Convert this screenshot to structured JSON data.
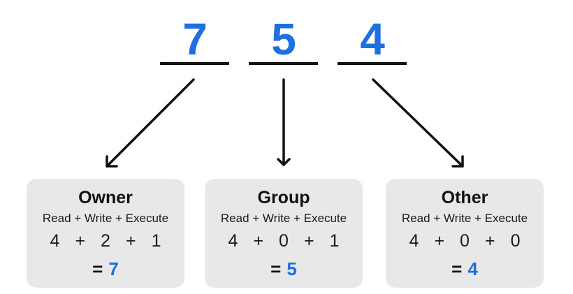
{
  "digits": [
    "7",
    "5",
    "4"
  ],
  "colors": {
    "accent": "#1e6fe0",
    "box_bg": "#e8e8e8",
    "line": "#111111"
  },
  "boxes": [
    {
      "title": "Owner",
      "permissions": "Read + Write + Execute",
      "calc": [
        "4",
        "+",
        "2",
        "+",
        "1"
      ],
      "equals": "=",
      "result": "7"
    },
    {
      "title": "Group",
      "permissions": "Read + Write + Execute",
      "calc": [
        "4",
        "+",
        "0",
        "+",
        "1"
      ],
      "equals": "=",
      "result": "5"
    },
    {
      "title": "Other",
      "permissions": "Read + Write + Execute",
      "calc": [
        "4",
        "+",
        "0",
        "+",
        "0"
      ],
      "equals": "=",
      "result": "4"
    }
  ]
}
